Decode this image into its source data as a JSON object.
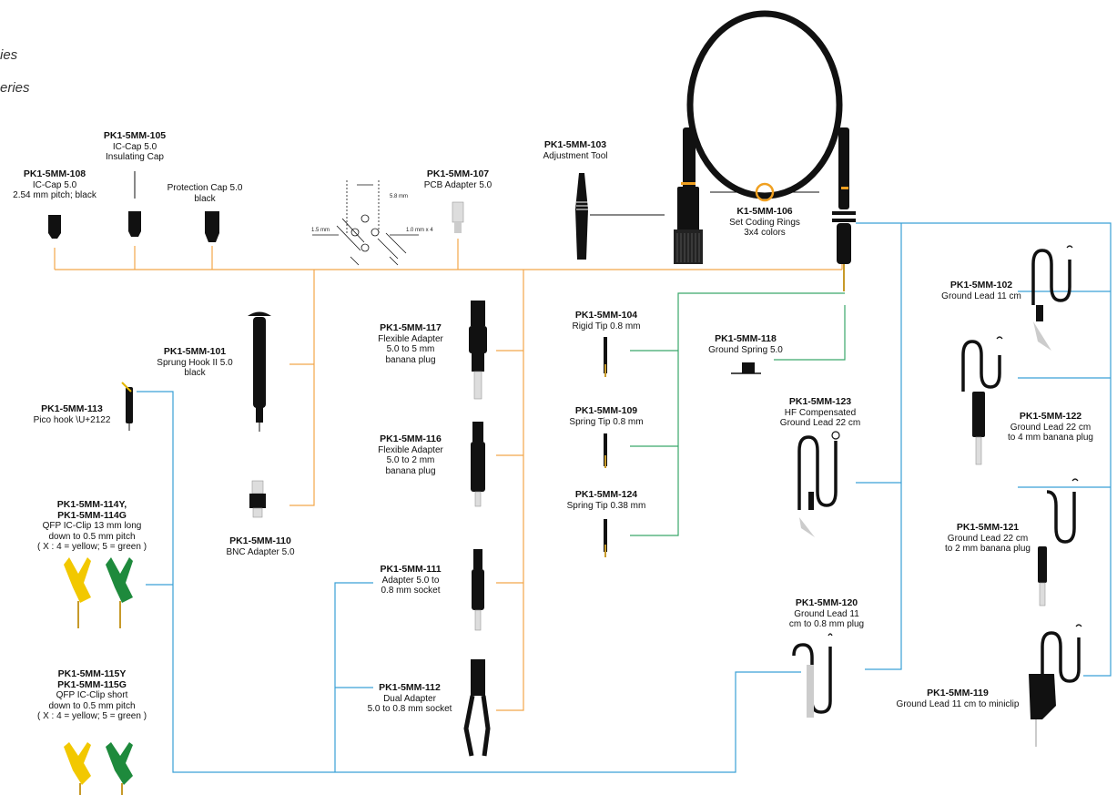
{
  "series_lines": [
    "ies",
    "eries"
  ],
  "colors": {
    "orange_bus": "#f2a64a",
    "blue_bus": "#3aa0d6",
    "green_bus": "#3aa66a",
    "yellow": "#f2c800",
    "green_clip": "#1e8a3c",
    "coding_ring": "#f0a020"
  },
  "dimensions": {
    "d1": "5.8 mm",
    "d2": "1.5 mm",
    "d3": "1.0 mm x 4"
  },
  "parts": [
    {
      "id": "p108",
      "pn": "PK1-5MM-108",
      "lines": [
        "IC-Cap 5.0",
        "2.54 mm pitch; black"
      ]
    },
    {
      "id": "p105",
      "pn": "PK1-5MM-105",
      "lines": [
        "IC-Cap 5.0",
        "Insulating Cap"
      ]
    },
    {
      "id": "pcap",
      "pn": "",
      "lines": [
        "Protection Cap 5.0",
        "black"
      ]
    },
    {
      "id": "p107",
      "pn": "PK1-5MM-107",
      "lines": [
        "PCB Adapter 5.0"
      ]
    },
    {
      "id": "p103",
      "pn": "PK1-5MM-103",
      "lines": [
        "Adjustment Tool"
      ]
    },
    {
      "id": "p106",
      "pn": "K1-5MM-106",
      "lines": [
        "Set Coding Rings",
        "3x4 colors"
      ]
    },
    {
      "id": "p101",
      "pn": "PK1-5MM-101",
      "lines": [
        "Sprung Hook II 5.0",
        "black"
      ]
    },
    {
      "id": "p113",
      "pn": "PK1-5MM-113",
      "lines": [
        "Pico hook \\U+2122"
      ]
    },
    {
      "id": "p114",
      "pn": "PK1-5MM-114Y,",
      "lines": [
        "PK1-5MM-114G",
        "QFP IC-Clip 13 mm long",
        "down to 0.5 mm pitch",
        "( X : 4 = yellow; 5 = green )"
      ]
    },
    {
      "id": "p115",
      "pn": "PK1-5MM-115Y",
      "lines": [
        "PK1-5MM-115G",
        "QFP IC-Clip short",
        "down to 0.5 mm pitch",
        "( X : 4 = yellow; 5 = green )"
      ]
    },
    {
      "id": "p110",
      "pn": "PK1-5MM-110",
      "lines": [
        "BNC Adapter 5.0"
      ]
    },
    {
      "id": "p117",
      "pn": "PK1-5MM-117",
      "lines": [
        "Flexible Adapter",
        "5.0 to 5 mm",
        "banana plug"
      ]
    },
    {
      "id": "p116",
      "pn": "PK1-5MM-116",
      "lines": [
        "Flexible Adapter",
        "5.0 to 2 mm",
        "banana plug"
      ]
    },
    {
      "id": "p111",
      "pn": "PK1-5MM-111",
      "lines": [
        "Adapter 5.0 to",
        "0.8 mm socket"
      ]
    },
    {
      "id": "p112",
      "pn": "PK1-5MM-112",
      "lines": [
        "Dual Adapter",
        "5.0 to 0.8 mm socket"
      ]
    },
    {
      "id": "p104",
      "pn": "PK1-5MM-104",
      "lines": [
        "Rigid Tip 0.8 mm"
      ]
    },
    {
      "id": "p109",
      "pn": "PK1-5MM-109",
      "lines": [
        "Spring Tip 0.8 mm"
      ]
    },
    {
      "id": "p124",
      "pn": "PK1-5MM-124",
      "lines": [
        "Spring Tip 0.38 mm"
      ]
    },
    {
      "id": "p118",
      "pn": "PK1-5MM-118",
      "lines": [
        "Ground Spring 5.0"
      ]
    },
    {
      "id": "p123",
      "pn": "PK1-5MM-123",
      "lines": [
        "HF Compensated",
        "Ground Lead 22 cm"
      ]
    },
    {
      "id": "p120",
      "pn": "PK1-5MM-120",
      "lines": [
        "Ground Lead 11",
        "cm to 0.8 mm plug"
      ]
    },
    {
      "id": "p102",
      "pn": "PK1-5MM-102",
      "lines": [
        "Ground Lead 11 cm"
      ]
    },
    {
      "id": "p122",
      "pn": "PK1-5MM-122",
      "lines": [
        "Ground Lead 22 cm",
        "to 4 mm banana plug"
      ]
    },
    {
      "id": "p121",
      "pn": "PK1-5MM-121",
      "lines": [
        "Ground Lead 22 cm",
        "to 2 mm banana plug"
      ]
    },
    {
      "id": "p119",
      "pn": "PK1-5MM-119",
      "lines": [
        "Ground Lead 11 cm to miniclip"
      ]
    }
  ]
}
